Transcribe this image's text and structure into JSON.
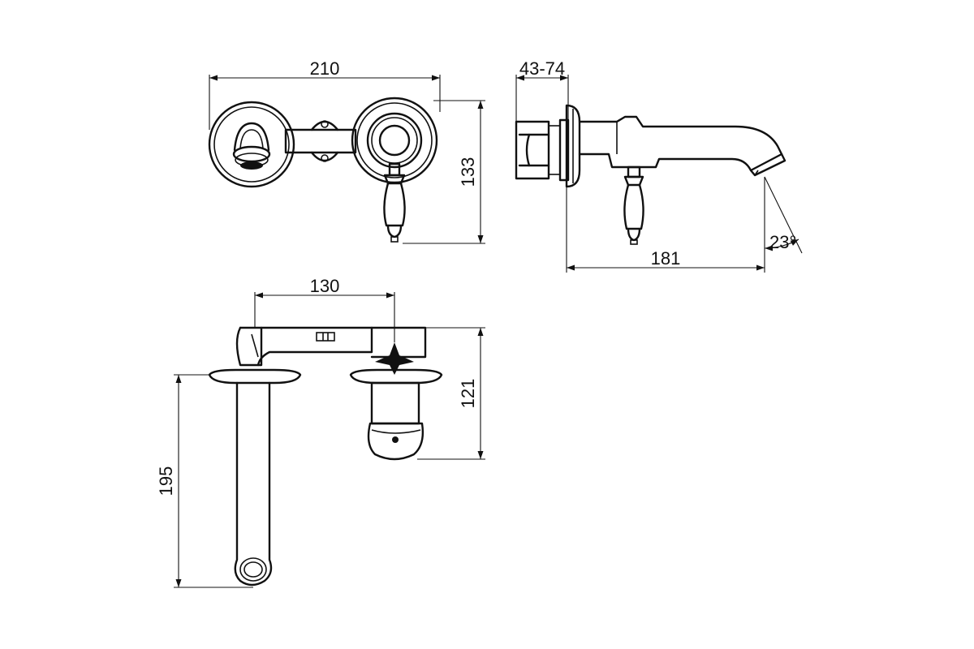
{
  "dimensions": {
    "front_width": "210",
    "front_height": "133",
    "side_wall_range": "43-74",
    "side_projection": "181",
    "spray_angle": "23°",
    "top_centers": "130",
    "top_valve_depth": "121",
    "top_spout_length": "195"
  }
}
